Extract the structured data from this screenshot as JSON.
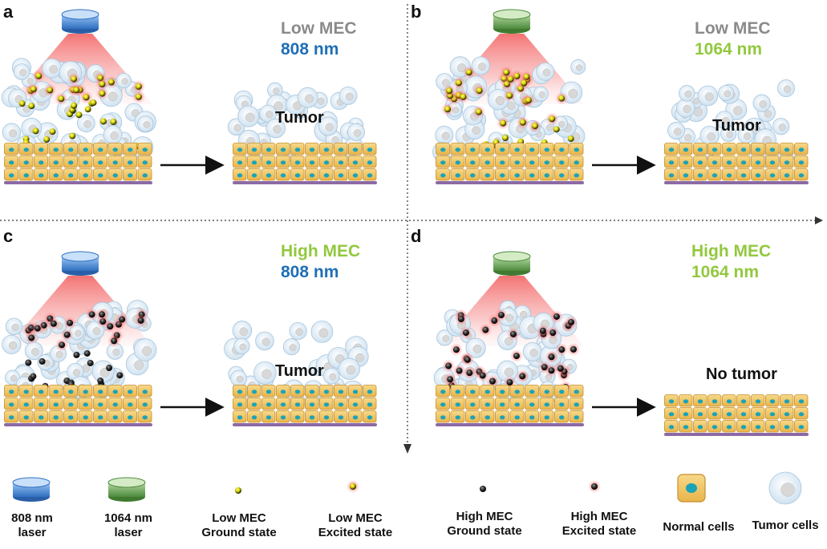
{
  "panels": {
    "a": {
      "letter": "a",
      "mec": "Low MEC",
      "wavelength": "808 nm"
    },
    "b": {
      "letter": "b",
      "mec": "Low MEC",
      "wavelength": "1064 nm"
    },
    "c": {
      "letter": "c",
      "mec": "High MEC",
      "wavelength": "808 nm"
    },
    "d": {
      "letter": "d",
      "mec": "High MEC",
      "wavelength": "1064 nm"
    }
  },
  "outcomes": {
    "a": "Tumor",
    "b": "Tumor",
    "c": "Tumor",
    "d": "No tumor"
  },
  "legend": {
    "laser808": "808 nm\nlaser",
    "laser1064": "1064 nm\nlaser",
    "low_ground": "Low MEC\nGround state",
    "low_excited": "Low MEC\nExcited state",
    "high_ground": "High MEC\nGround state",
    "high_excited": "High MEC\nExcited state",
    "normal": "Normal cells",
    "tumor": "Tumor cells"
  },
  "colors": {
    "low_mec_text": "#8a8a8a",
    "high_mec_text": "#92c83e",
    "nm808_text": "#1f6fb6",
    "nm1064_text": "#92c83e",
    "beam": "#f05a5a",
    "laser808": "#4f8fdc",
    "laser1064": "#5f9e4a",
    "normal_cell": "#f0c15c",
    "nucleus": "#1aa3b8",
    "membrane": "#8c6aa6"
  }
}
